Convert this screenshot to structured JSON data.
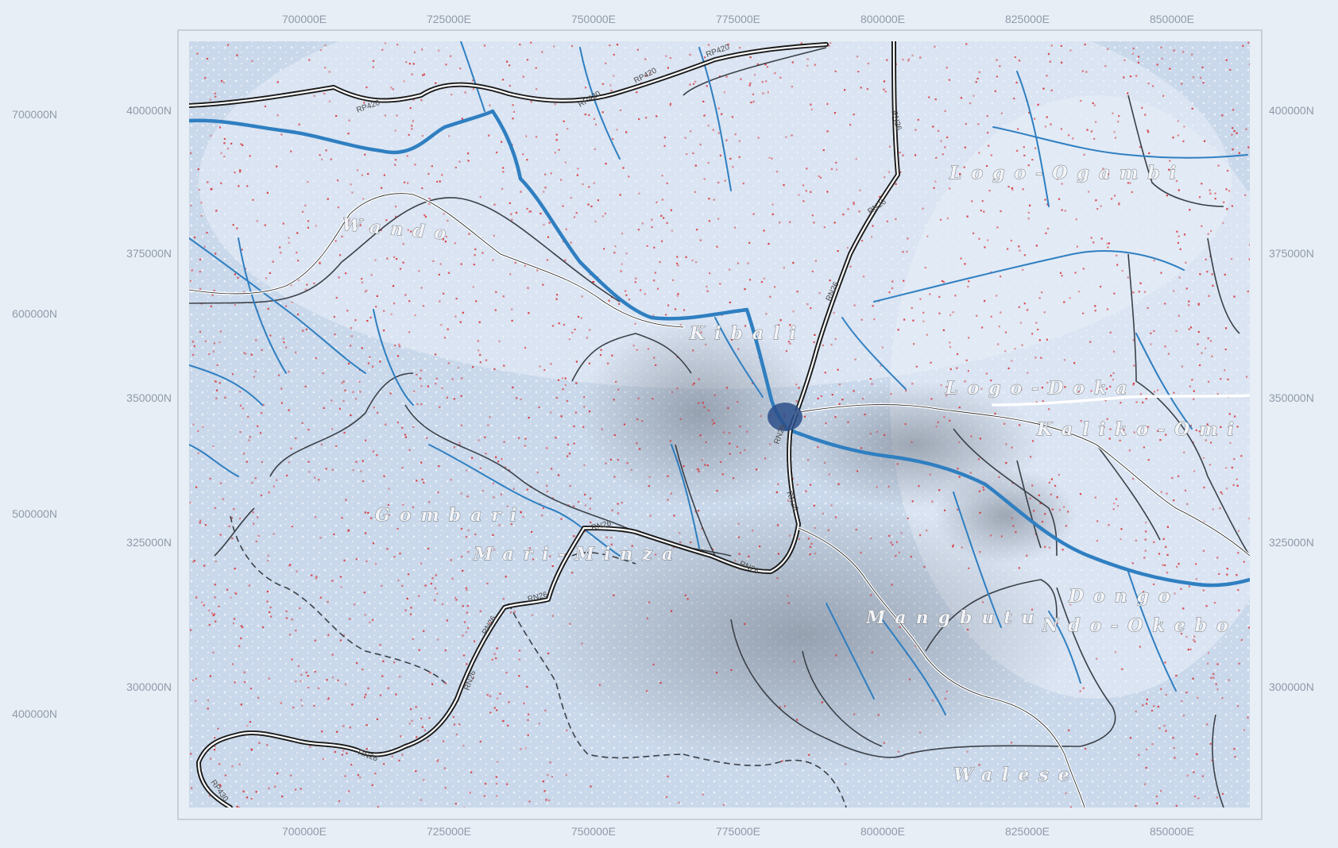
{
  "map": {
    "x_ticks": [
      "700000E",
      "725000E",
      "750000E",
      "775000E",
      "800000E",
      "825000E",
      "850000E"
    ],
    "y_ticks": [
      "400000N",
      "375000N",
      "350000N",
      "325000N",
      "300000N"
    ],
    "outer_y_ticks": [
      "700000N",
      "600000N",
      "500000N",
      "400000N"
    ],
    "regions": [
      "Logo-Ogambi",
      "Wando",
      "Kibali",
      "Logo-Doka",
      "Kaliko-Omi",
      "Gombari",
      "Mari-Minza",
      "Dongo",
      "Mangbutu",
      "Ndo-Okebo",
      "Walese"
    ],
    "road_labels": [
      "RP420",
      "RP420",
      "RP420",
      "RP420",
      "RN26",
      "RN26",
      "RN26",
      "RN26",
      "RN26",
      "RN26",
      "RN26",
      "RN26",
      "RN26",
      "RN26",
      "RN26",
      "RP430"
    ],
    "colors": {
      "page_bg": "#e8eef6",
      "map_bg": "#c9d8ea",
      "river": "#2f7fc1",
      "road": "#1a1a1a",
      "boundary": "#3b4048",
      "points": "#d8343a",
      "tick_text": "#8f9aa8"
    }
  }
}
